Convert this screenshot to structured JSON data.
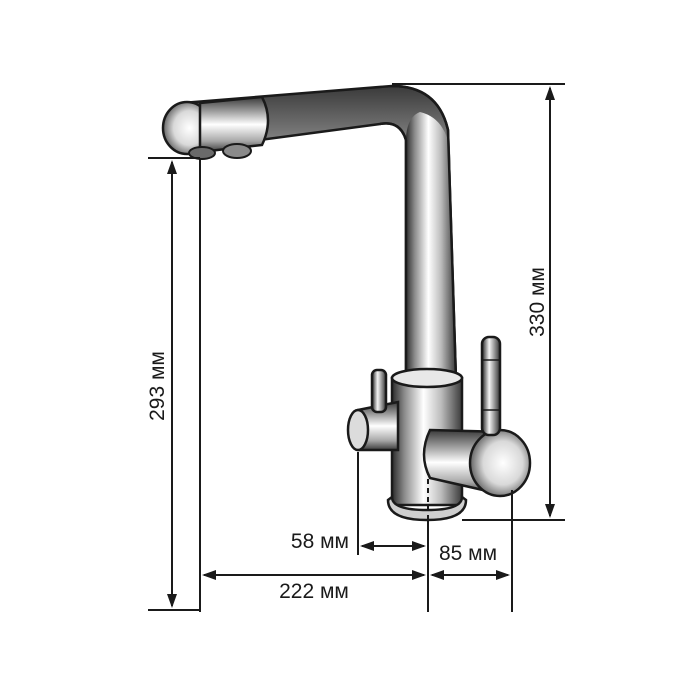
{
  "dimensions": {
    "total_height": "330 мм",
    "spout_height": "293 мм",
    "spout_reach": "222 мм",
    "handle_offset": "58 мм",
    "lever_offset": "85 мм"
  },
  "colors": {
    "line": "#1a1a1a",
    "metal_dark": "#3a3a3a",
    "metal_mid": "#9a9a9a",
    "metal_light": "#f2f2f2"
  }
}
